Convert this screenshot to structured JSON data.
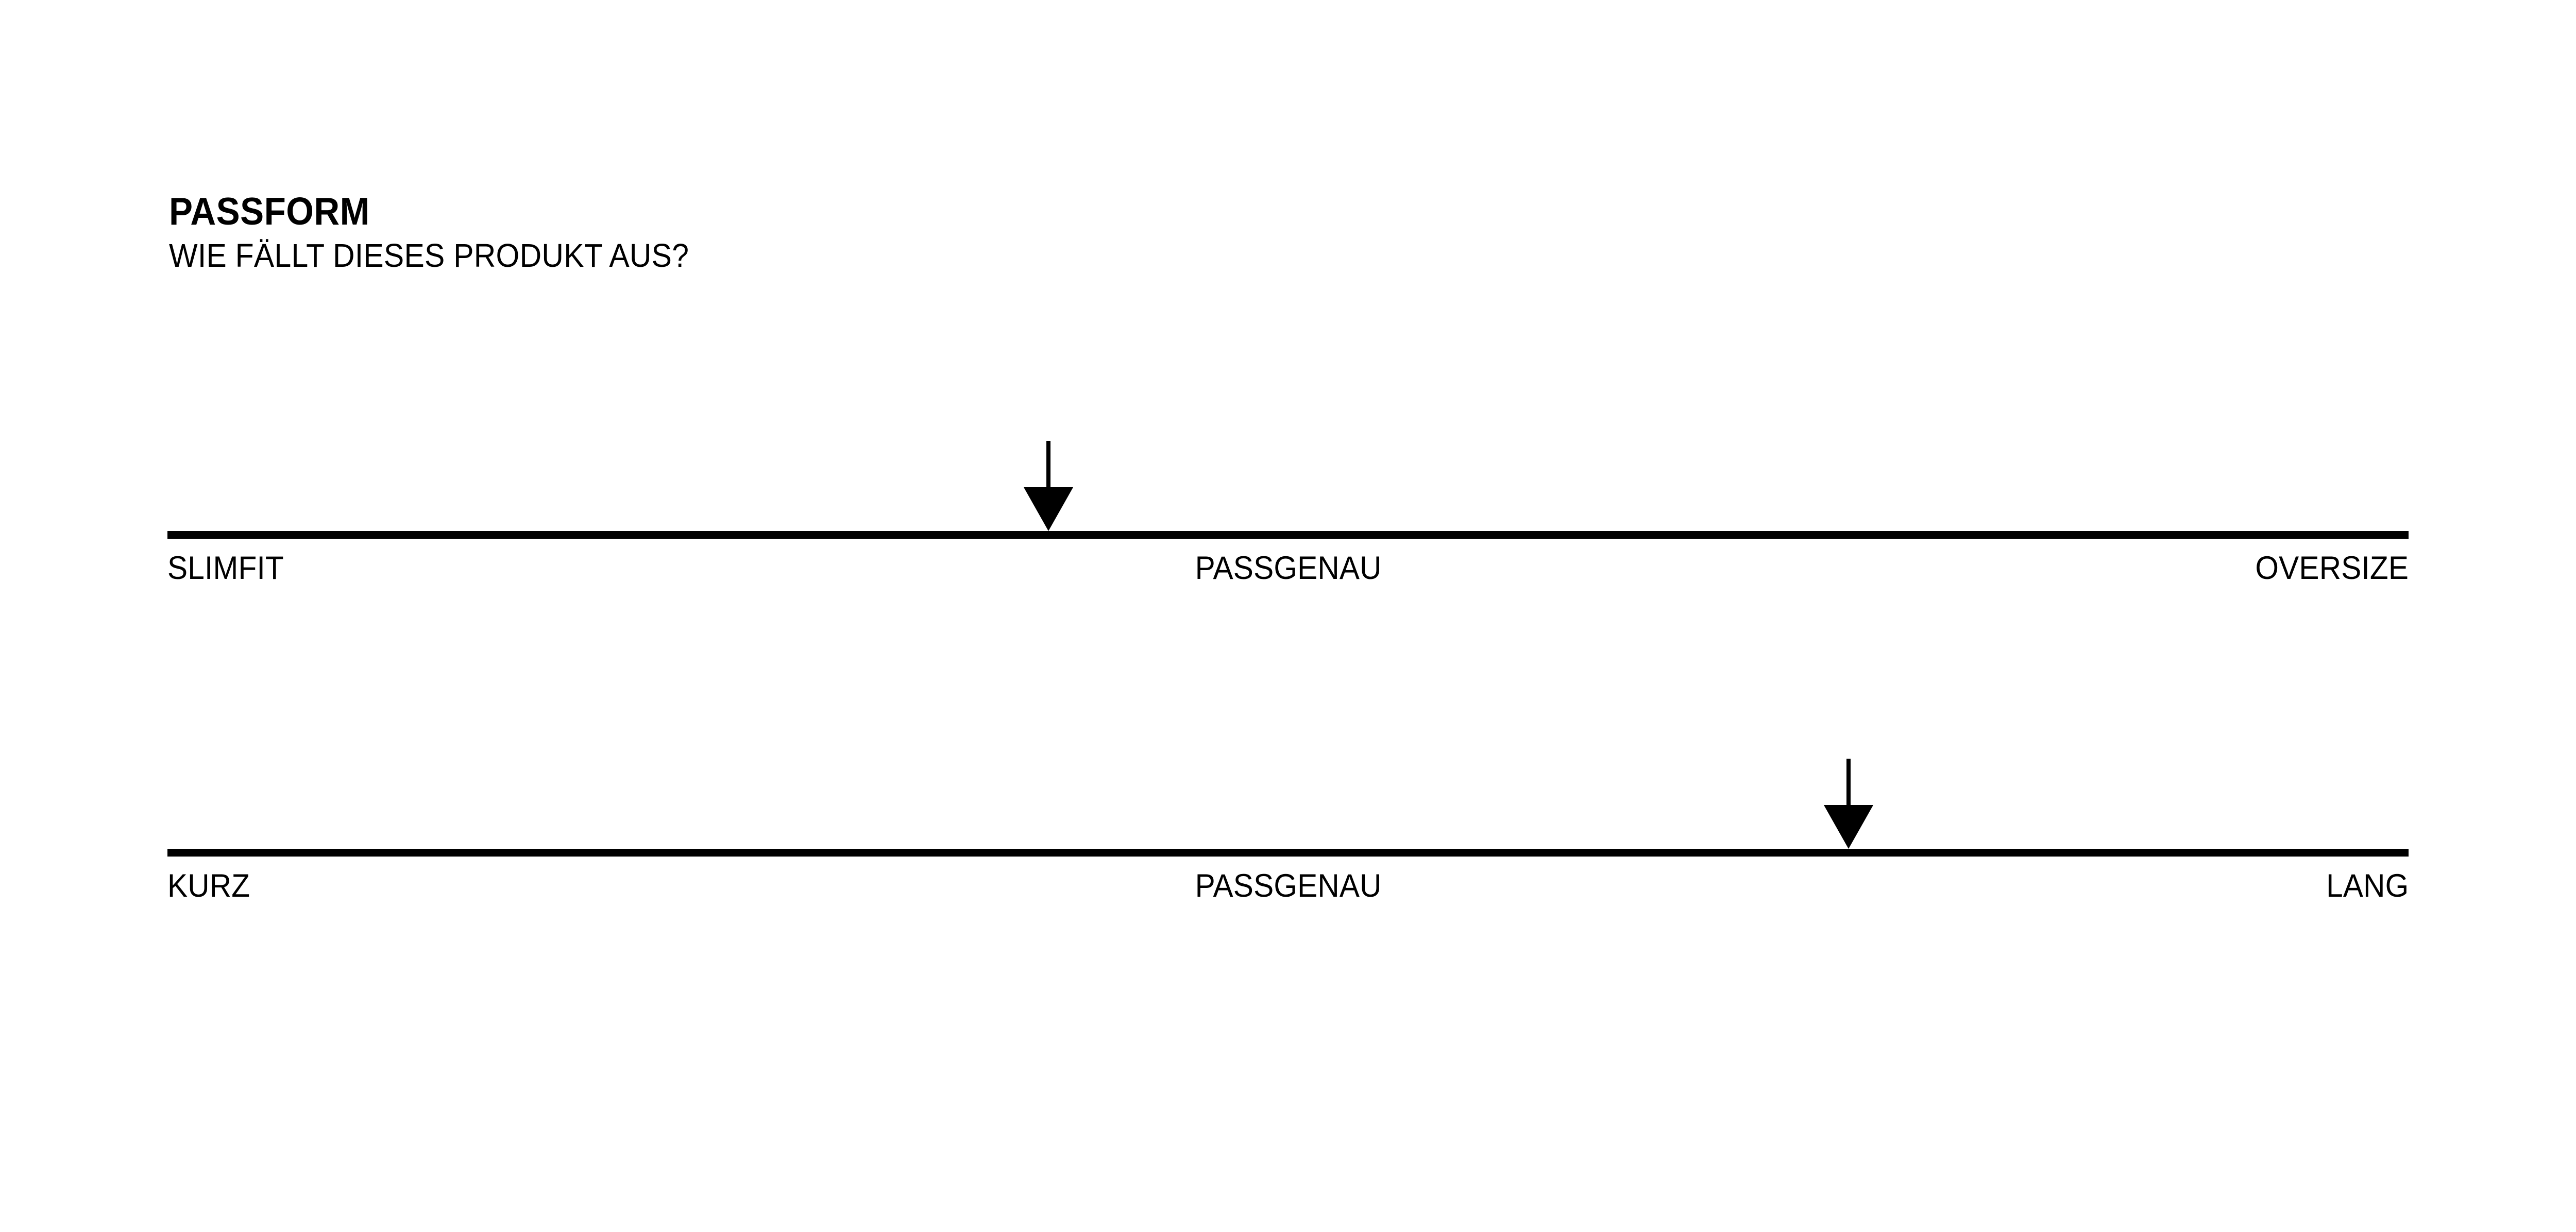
{
  "widget": {
    "title": "PASSFORM",
    "subtitle": "WIE FÄLLT DIESES PRODUKT AUS?",
    "background_color": "#ffffff",
    "ink_color": "#000000"
  },
  "scales": [
    {
      "id": "width-fit",
      "marker_icon": "down-arrow-icon",
      "marker_position_percent": 39.3,
      "labels": {
        "left": "SLIMFIT",
        "center": "PASSGENAU",
        "right": "OVERSIZE"
      }
    },
    {
      "id": "length-fit",
      "marker_icon": "down-arrow-icon",
      "marker_position_percent": 75.0,
      "labels": {
        "left": "KURZ",
        "center": "PASSGENAU",
        "right": "LANG"
      }
    }
  ]
}
